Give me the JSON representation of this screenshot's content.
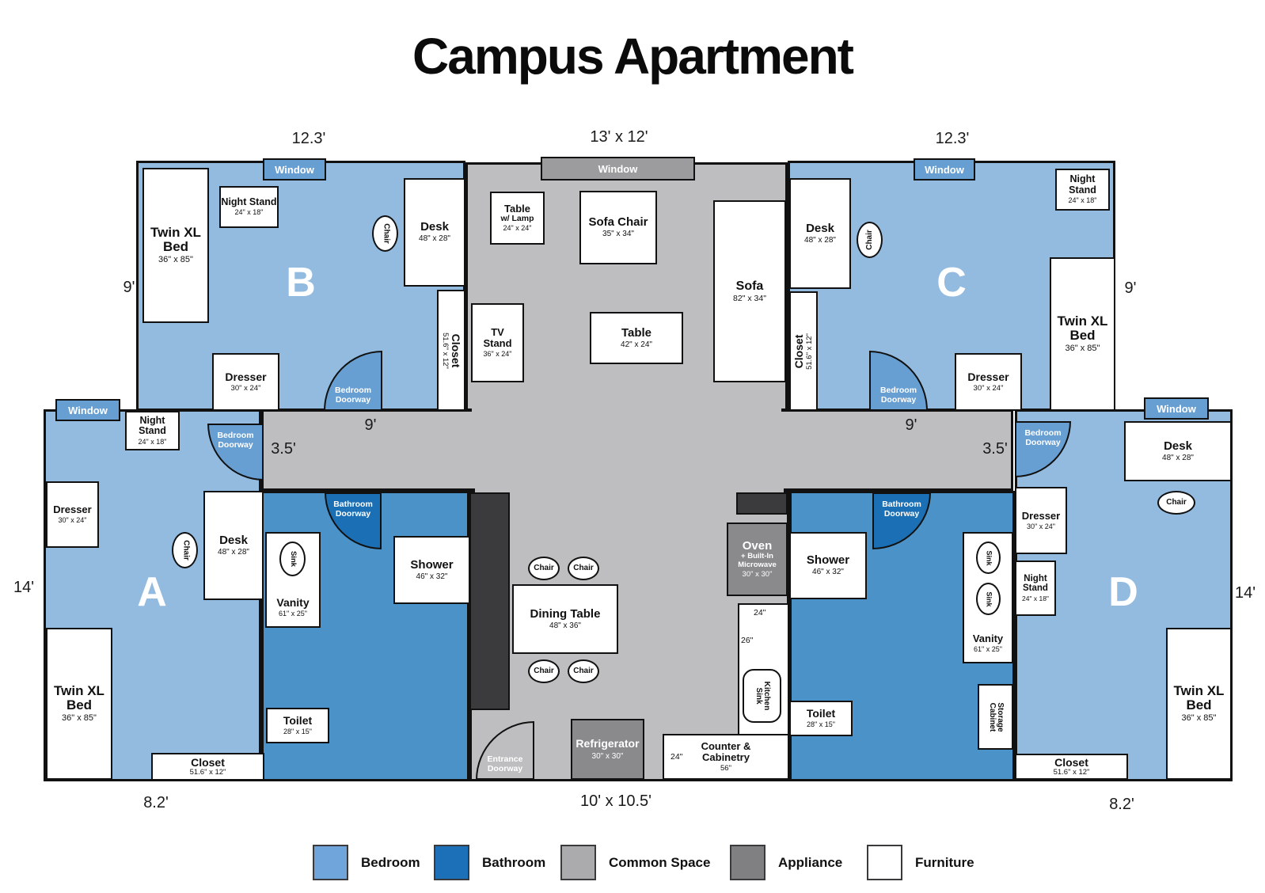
{
  "title": "Campus Apartment",
  "room_letters": {
    "a": "A",
    "b": "B",
    "c": "C",
    "d": "D"
  },
  "dimensions": {
    "b_width": "12.3'",
    "common_top": "13' x 12'",
    "c_width": "12.3'",
    "b_height": "9'",
    "c_height": "9'",
    "a_height": "14'",
    "d_height": "14'",
    "hall_left": "9'",
    "hall_right": "9'",
    "hall_h_left": "3.5'",
    "hall_h_right": "3.5'",
    "a_width": "8.2'",
    "common_bottom": "10' x 10.5'",
    "d_width": "8.2'",
    "counter_24": "24\"",
    "counter_26": "26\"",
    "cab_24": "24\"",
    "cab_56": "56\""
  },
  "openings": {
    "window": "Window",
    "bedroom_doorway_1": "Bedroom",
    "bedroom_doorway_2": "Doorway",
    "bathroom_doorway_1": "Bathroom",
    "bathroom_doorway_2": "Doorway",
    "entrance_doorway_1": "Entrance",
    "entrance_doorway_2": "Doorway"
  },
  "furniture": {
    "twin_bed": {
      "name": "Twin XL Bed",
      "dims": "36\" x 85\""
    },
    "night_stand": {
      "name": "Night Stand",
      "dims": "24\" x 18\""
    },
    "dresser": {
      "name": "Dresser",
      "dims": "30\" x 24\""
    },
    "desk": {
      "name": "Desk",
      "dims": "48\" x 28\""
    },
    "closet": {
      "name": "Closet",
      "dims": "51.6\" x 12\""
    },
    "chair": {
      "name": "Chair"
    },
    "sink": {
      "name": "Sink"
    },
    "vanity": {
      "name": "Vanity",
      "dims": "61\" x 25\""
    },
    "shower": {
      "name": "Shower",
      "dims": "46\" x 32\""
    },
    "toilet": {
      "name": "Toilet",
      "dims": "28\" x 15\""
    },
    "storage_cabinet": {
      "name": "Storage Cabinet"
    },
    "table_lamp": {
      "name": "Table",
      "sub": "w/ Lamp",
      "dims": "24\" x 24\""
    },
    "sofa_chair": {
      "name": "Sofa Chair",
      "dims": "35\" x 34\""
    },
    "sofa": {
      "name": "Sofa",
      "dims": "82\" x 34\""
    },
    "tv_stand": {
      "name": "TV Stand",
      "dims": "36\" x 24\""
    },
    "table": {
      "name": "Table",
      "dims": "42\" x 24\""
    },
    "dining_table": {
      "name": "Dining Table",
      "dims": "48\" x 36\""
    },
    "kitchen_sink": {
      "name": "Kitchen Sink"
    },
    "refrigerator": {
      "name": "Refrigerator",
      "dims": "30\" x 30\""
    },
    "oven": {
      "name": "Oven",
      "sub": "+ Built-In Microwave",
      "dims": "30\" x 30\""
    },
    "counter": {
      "name": "Counter & Cabinetry",
      "dims": "56\""
    }
  },
  "colors": {
    "bedroom": "#93BBE0",
    "bedroom_accent": "#689FD3",
    "bathroom": "#4A92C8",
    "bathroom_accent": "#1B6FB5",
    "common": "#BEBEC0",
    "common_accent": "#9C9C9E",
    "appliance": "#8A8A8D",
    "wall": "#3B3B3D",
    "furniture": "#FFFFFF"
  },
  "legend": {
    "items": [
      {
        "label": "Bedroom",
        "color": "#6FA5DA"
      },
      {
        "label": "Bathroom",
        "color": "#1B70B8"
      },
      {
        "label": "Common Space",
        "color": "#ABABAD"
      },
      {
        "label": "Appliance",
        "color": "#808083"
      },
      {
        "label": "Furniture",
        "color": "#FFFFFF"
      }
    ]
  }
}
